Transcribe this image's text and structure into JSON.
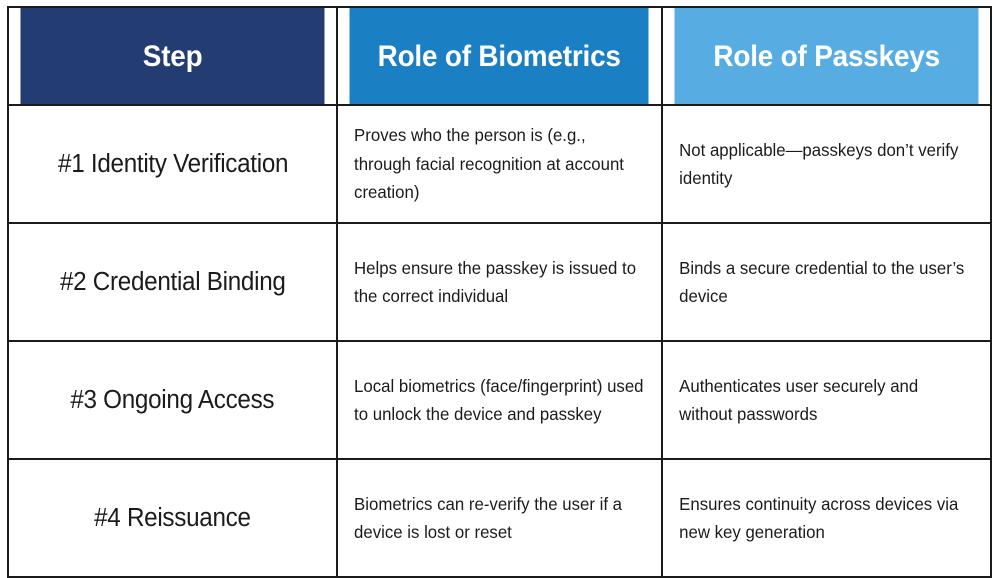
{
  "table": {
    "columns": [
      {
        "key": "step",
        "label": "Step",
        "bg": "#233c72"
      },
      {
        "key": "biometrics",
        "label": "Role of Biometrics",
        "bg": "#1b7fc4"
      },
      {
        "key": "passkeys",
        "label": "Role of Passkeys",
        "bg": "#57ade2"
      }
    ],
    "rows": [
      {
        "step": "#1 Identity Verification",
        "biometrics": "Proves who the person is (e.g., through facial recognition at account creation)",
        "passkeys": "Not applicable—passkeys don’t verify identity"
      },
      {
        "step": "#2 Credential Binding",
        "biometrics": "Helps ensure the passkey is issued to the correct individual",
        "passkeys": "Binds a secure credential to the user’s device"
      },
      {
        "step": "#3 Ongoing Access",
        "biometrics": "Local biometrics (face/fingerprint) used to unlock the device and passkey",
        "passkeys": "Authenticates user securely and without passwords"
      },
      {
        "step": "#4 Reissuance",
        "biometrics": "Biometrics can re-verify the user if a device is lost or reset",
        "passkeys": "Ensures continuity across devices via new key generation"
      }
    ]
  },
  "colors": {
    "header_dark_navy": "#233c72",
    "header_medium_blue": "#1b7fc4",
    "header_light_blue": "#57ade2",
    "border": "#1b1b1b",
    "text": "#1b1b1b",
    "header_text": "#ffffff",
    "background": "#ffffff"
  }
}
